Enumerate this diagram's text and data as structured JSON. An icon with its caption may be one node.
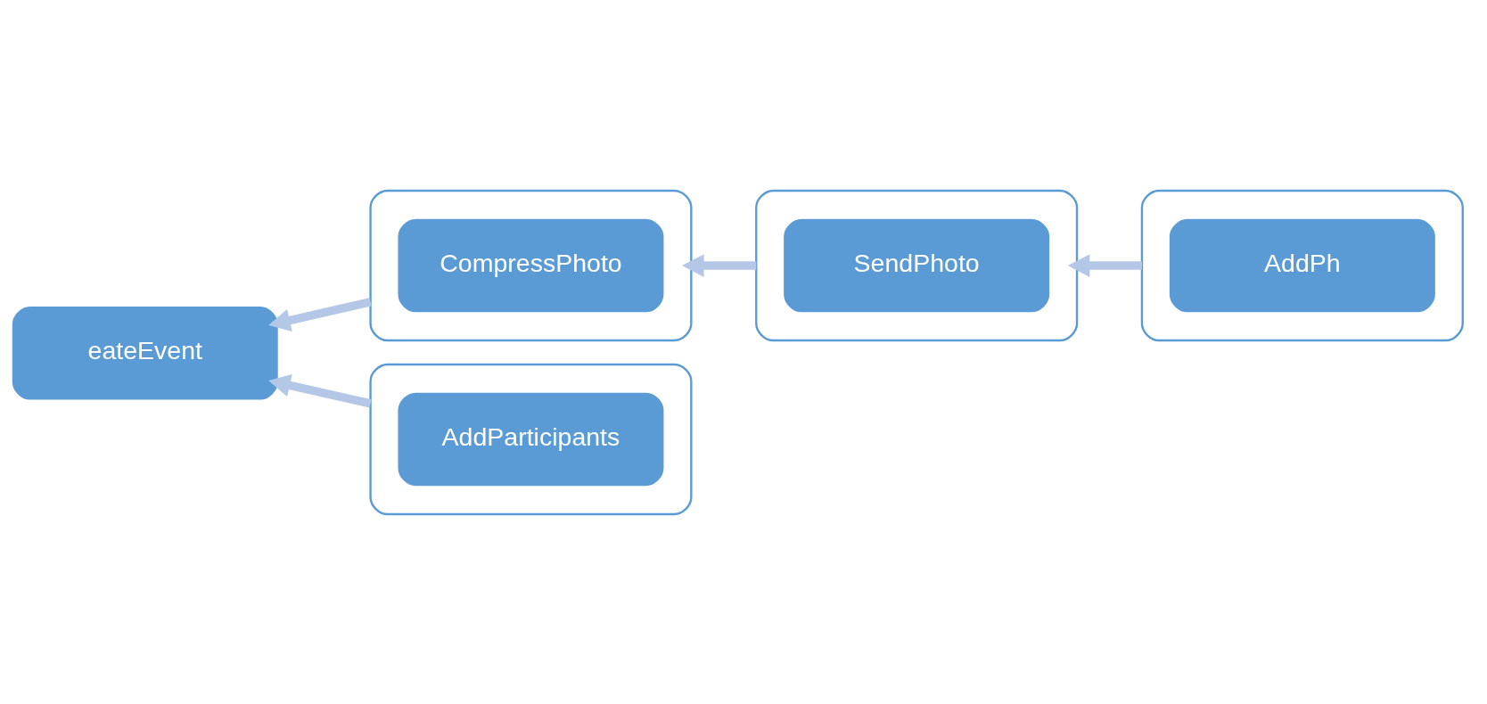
{
  "diagram": {
    "nodes": [
      {
        "text": [
          "eateEvent"
        ]
      },
      {
        "text": [],
        "shape": "box"
      },
      {
        "text": [
          "CompressPhoto"
        ],
        "in": 1
      },
      {
        "text": [],
        "shape": "box"
      },
      {
        "text": [
          "SendPhoto"
        ],
        "in": 3
      },
      {
        "text": [],
        "shape": "box"
      },
      {
        "text": [
          "AddPh"
        ],
        "in": 5
      },
      {
        "text": [],
        "shape": "box"
      },
      {
        "text": [
          "AddParticipants"
        ],
        "in": 7
      }
    ],
    "edges": [
      {
        "from": 3,
        "to": 1,
        "arrow": "to"
      },
      {
        "from": 1,
        "to": 0,
        "arrow": "to"
      },
      {
        "from": 5,
        "to": 3,
        "arrow": "to"
      },
      {
        "from": 7,
        "to": 0,
        "arrow": "to"
      }
    ]
  }
}
